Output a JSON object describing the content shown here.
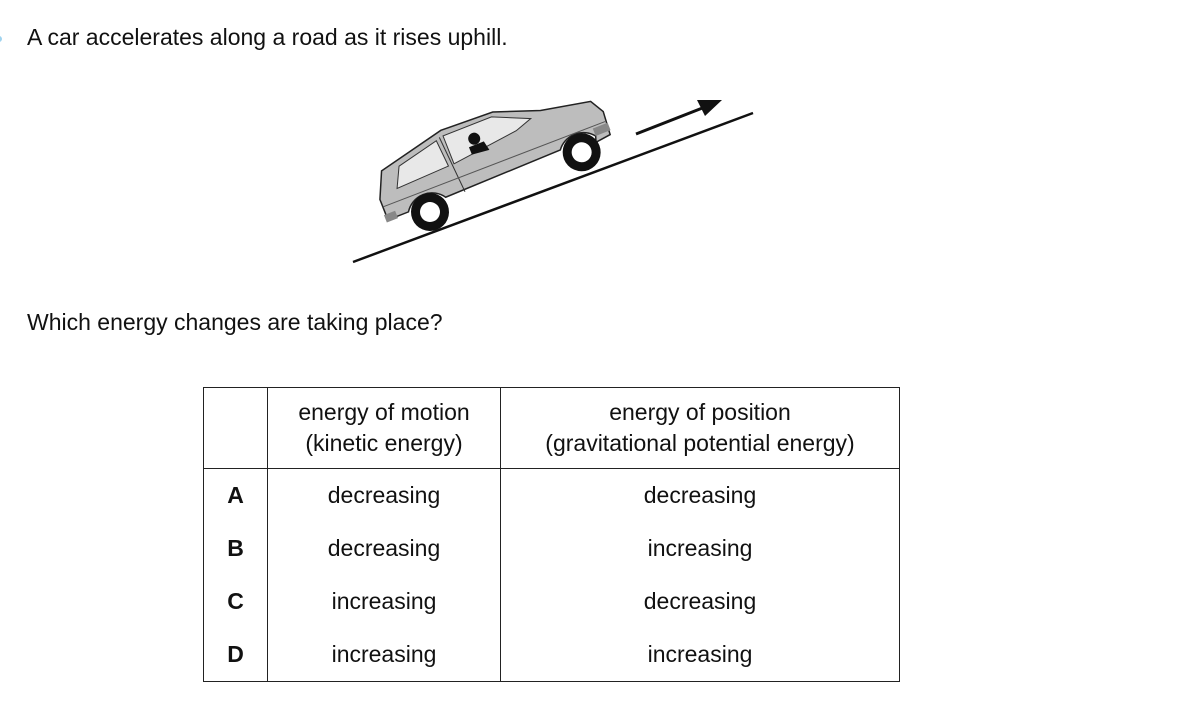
{
  "question": "A car accelerates along a road as it rises uphill.",
  "prompt": "Which energy changes are taking place?",
  "table": {
    "headers": [
      "",
      "energy of motion",
      "(kinetic energy)",
      "energy of position",
      "(gravitational potential energy)"
    ],
    "rows": [
      {
        "letter": "A",
        "kinetic": "decreasing",
        "potential": "decreasing"
      },
      {
        "letter": "B",
        "kinetic": "decreasing",
        "potential": "increasing"
      },
      {
        "letter": "C",
        "kinetic": "increasing",
        "potential": "decreasing"
      },
      {
        "letter": "D",
        "kinetic": "increasing",
        "potential": "increasing"
      }
    ]
  }
}
